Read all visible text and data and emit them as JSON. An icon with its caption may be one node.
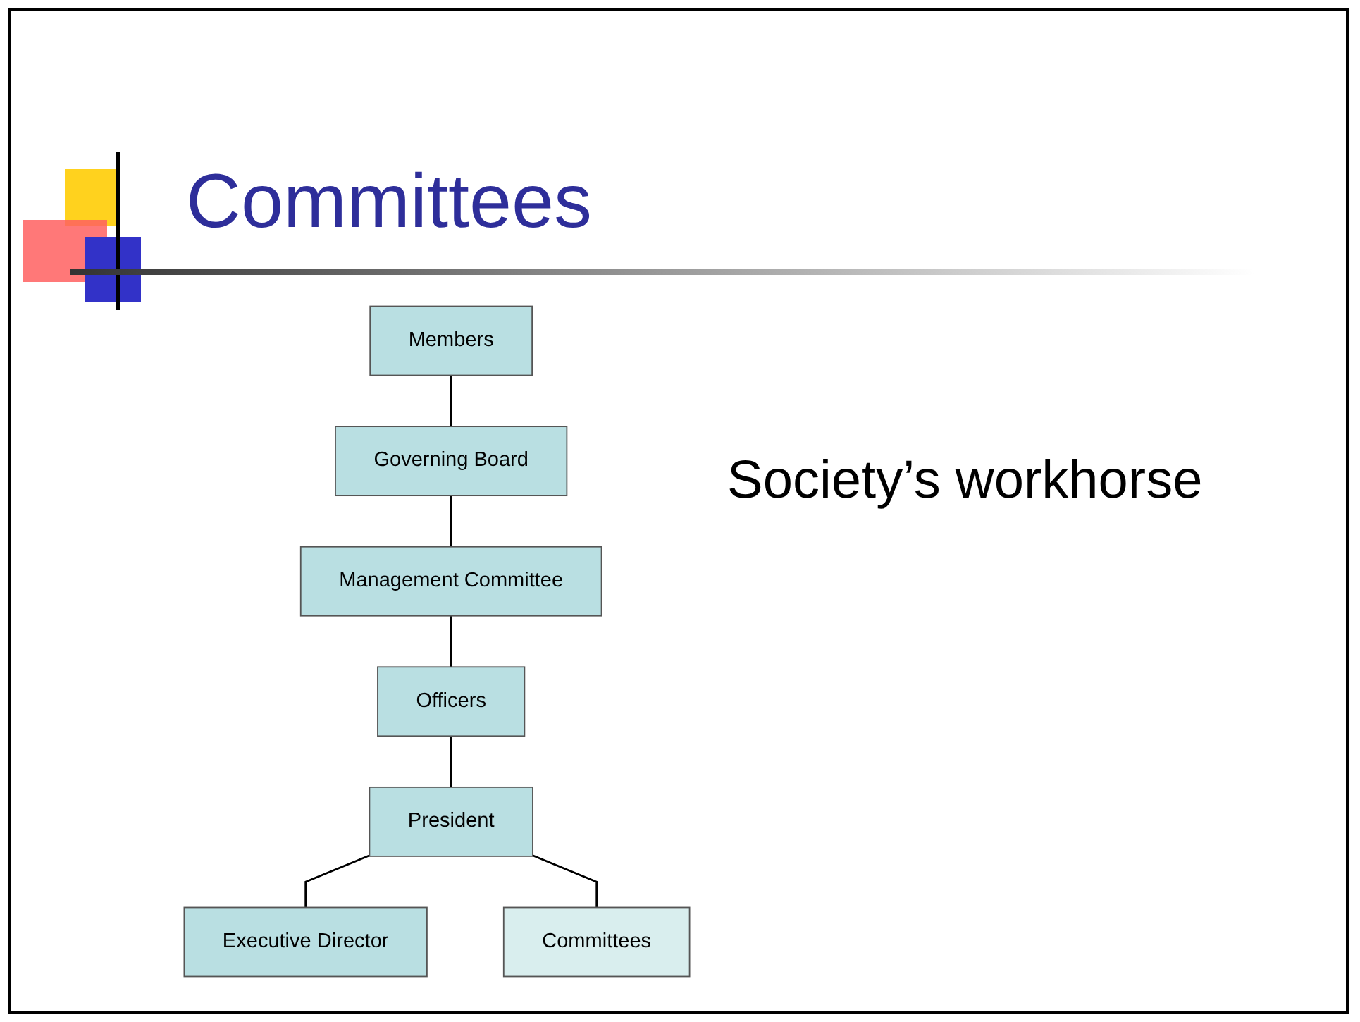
{
  "diagram": {
    "title": "Committees",
    "nodes": [
      {
        "text": [
          "Members"
        ]
      },
      {
        "text": [
          "Governing Board"
        ]
      },
      {
        "text": [
          "Management Committee"
        ]
      },
      {
        "text": [
          "Officers"
        ]
      },
      {
        "text": [
          "President"
        ]
      },
      {
        "text": [
          "Executive Director"
        ]
      },
      {
        "text": [
          "Committees"
        ]
      }
    ],
    "edges": [
      {
        "from": 0,
        "to": 1,
        "arrow": "none"
      },
      {
        "from": 1,
        "to": 2,
        "arrow": "none"
      },
      {
        "from": 2,
        "to": 3,
        "arrow": "none"
      },
      {
        "from": 3,
        "to": 4,
        "arrow": "none"
      },
      {
        "from": 4,
        "to": 5,
        "arrow": "none"
      },
      {
        "from": 4,
        "to": 6,
        "arrow": "none"
      }
    ],
    "labels": [
      "Society’s workhorse"
    ]
  }
}
